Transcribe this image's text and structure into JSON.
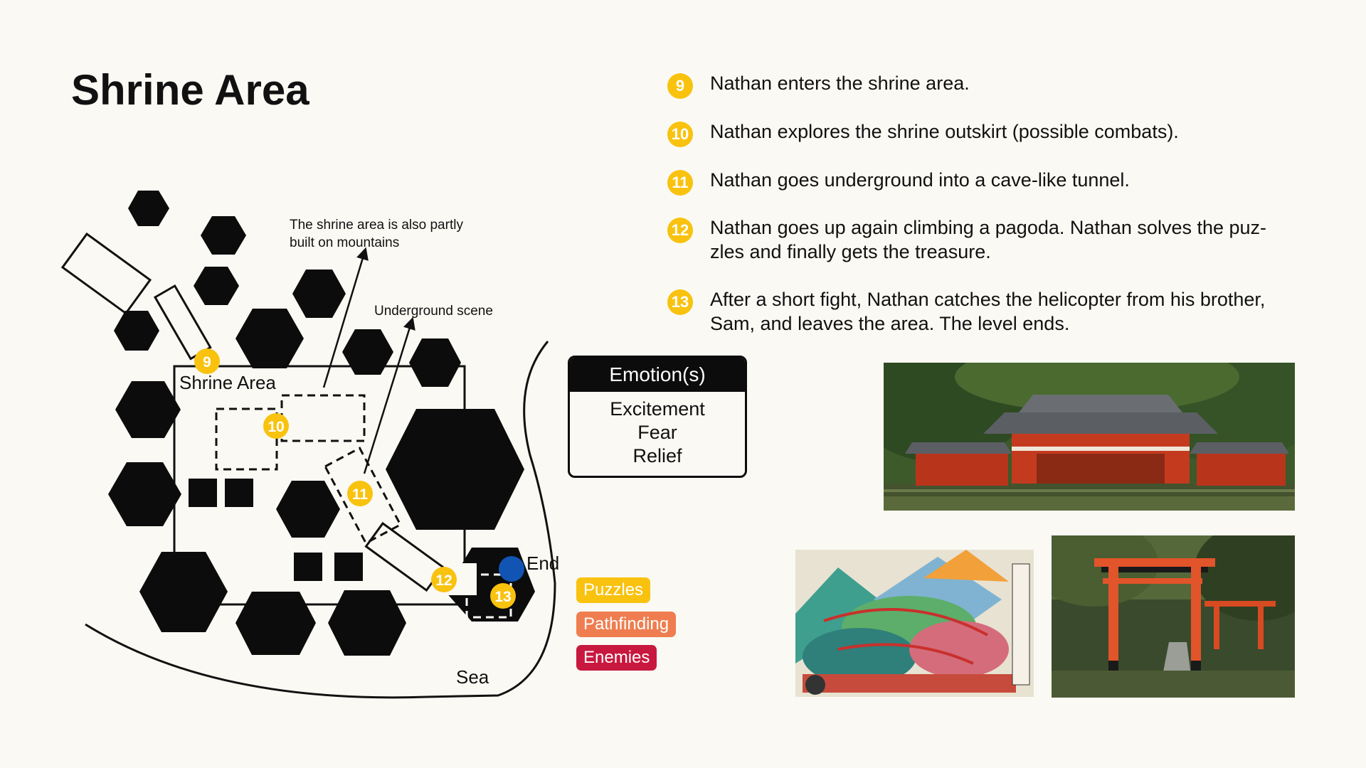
{
  "slide": {
    "title": "Shrine Area"
  },
  "steps": [
    {
      "number": "9",
      "text": "Nathan enters the shrine area."
    },
    {
      "number": "10",
      "text": "Nathan explores the shrine outskirt (possible combats)."
    },
    {
      "number": "11",
      "text": "Nathan goes underground into a cave-like tunnel."
    },
    {
      "number": "12",
      "text": "Nathan goes up again climbing a pagoda. Nathan solves the puz-zles and finally gets the treasure."
    },
    {
      "number": "13",
      "text": "After a short fight, Nathan catches the helicopter from his brother, Sam, and leaves the area. The level ends."
    }
  ],
  "map": {
    "mountain_annotation_line1": "The shrine area is also partly",
    "mountain_annotation_line2": "built on mountains",
    "underground_annotation": "Underground scene",
    "area_label": "Shrine Area",
    "end_label": "End",
    "sea_label": "Sea",
    "markers": [
      "9",
      "10",
      "11",
      "12",
      "13"
    ]
  },
  "emotions": {
    "header": "Emotion(s)",
    "items": [
      "Excitement",
      "Fear",
      "Relief"
    ]
  },
  "legend": [
    {
      "label": "Puzzles",
      "color": "#f8c20f"
    },
    {
      "label": "Pathfinding",
      "color": "#ef7d4f"
    },
    {
      "label": "Enemies",
      "color": "#c8183f"
    }
  ],
  "colors": {
    "marker": "#f8c20f",
    "end_marker": "#1154b3",
    "background": "#fbf9f3"
  },
  "photos": [
    "temple-photo",
    "shrine-map-illustration",
    "torii-gate-photo"
  ]
}
